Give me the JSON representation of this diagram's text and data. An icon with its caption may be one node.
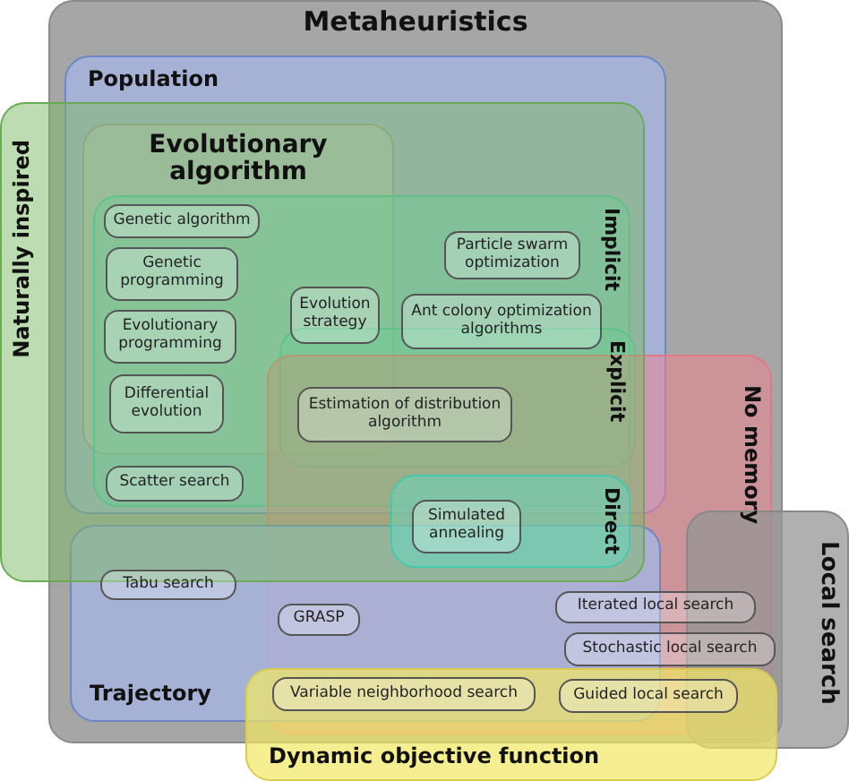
{
  "diagram": {
    "nodes": [
      {
        "text": [
          "Metaheuristics"
        ]
      },
      {
        "text": [
          "Population"
        ],
        "in": 0
      },
      {
        "text": [
          "Naturally inspired"
        ]
      },
      {
        "text": [
          "Evolutionary algorithm"
        ],
        "in": 1
      },
      {
        "text": [
          "Implicit"
        ],
        "in": 1
      },
      {
        "text": [
          "Genetic algorithm"
        ]
      },
      {
        "text": [
          "Particle swarm optimization"
        ],
        "in": 4
      },
      {
        "text": [
          "Genetic programming"
        ]
      },
      {
        "text": [
          "Evolution strategy"
        ]
      },
      {
        "text": [
          "Ant colony optimization algorithms"
        ],
        "in": 4
      },
      {
        "text": [
          "Evolutionary programming"
        ]
      },
      {
        "text": [
          "Explicit"
        ],
        "in": 4
      },
      {
        "text": [
          "Differential evolution"
        ]
      },
      {
        "text": [
          "Estimation of distribution algorithm"
        ],
        "in": 11
      },
      {
        "text": [
          "No memory"
        ],
        "in": 0
      },
      {
        "text": [
          "Scatter search"
        ],
        "in": 4
      },
      {
        "text": [
          "Direct"
        ]
      },
      {
        "text": [
          "Simulated annealing"
        ],
        "in": 16
      },
      {
        "text": [
          "Local search"
        ]
      },
      {
        "text": [
          "Trajectory"
        ],
        "in": 0
      },
      {
        "text": [
          "Tabu search"
        ],
        "in": 19
      },
      {
        "text": [
          "Iterated local search"
        ],
        "in": 14
      },
      {
        "text": [
          "GRASP"
        ]
      },
      {
        "text": [
          "Stochastic local search"
        ],
        "in": 14
      },
      {
        "text": [
          "Variable neighborhood search"
        ]
      },
      {
        "text": [
          "Guided local search"
        ]
      },
      {
        "text": [
          "Dynamic objective function"
        ]
      }
    ]
  }
}
